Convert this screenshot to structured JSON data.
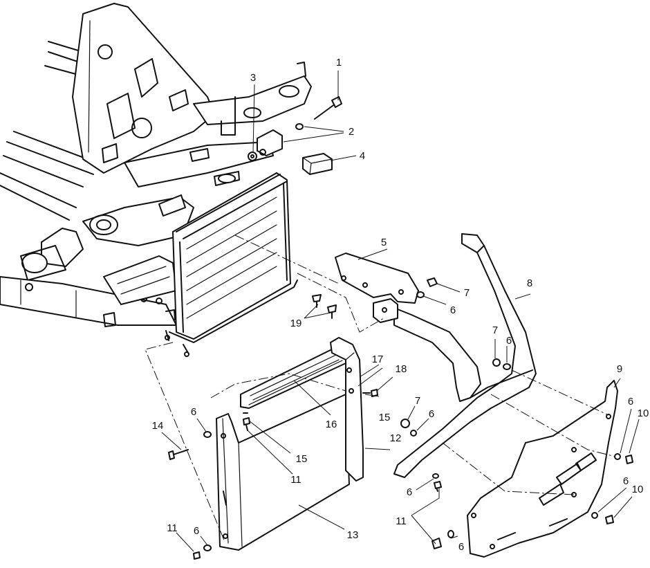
{
  "diagram": {
    "callouts": [
      {
        "id": "c1",
        "label": "1"
      },
      {
        "id": "c2",
        "label": "2"
      },
      {
        "id": "c3",
        "label": "3"
      },
      {
        "id": "c4",
        "label": "4"
      },
      {
        "id": "c5",
        "label": "5"
      },
      {
        "id": "c6a",
        "label": "6"
      },
      {
        "id": "c6b",
        "label": "6"
      },
      {
        "id": "c6c",
        "label": "6"
      },
      {
        "id": "c6d",
        "label": "6"
      },
      {
        "id": "c6e",
        "label": "6"
      },
      {
        "id": "c6f",
        "label": "6"
      },
      {
        "id": "c6g",
        "label": "6"
      },
      {
        "id": "c6h",
        "label": "6"
      },
      {
        "id": "c6i",
        "label": "6"
      },
      {
        "id": "c7a",
        "label": "7"
      },
      {
        "id": "c7b",
        "label": "7"
      },
      {
        "id": "c7c",
        "label": "7"
      },
      {
        "id": "c8",
        "label": "8"
      },
      {
        "id": "c9",
        "label": "9"
      },
      {
        "id": "c10a",
        "label": "10"
      },
      {
        "id": "c10b",
        "label": "10"
      },
      {
        "id": "c11a",
        "label": "11"
      },
      {
        "id": "c11b",
        "label": "11"
      },
      {
        "id": "c11c",
        "label": "11"
      },
      {
        "id": "c12",
        "label": "12"
      },
      {
        "id": "c13",
        "label": "13"
      },
      {
        "id": "c14",
        "label": "14"
      },
      {
        "id": "c15a",
        "label": "15"
      },
      {
        "id": "c15b",
        "label": "15"
      },
      {
        "id": "c16",
        "label": "16"
      },
      {
        "id": "c17",
        "label": "17"
      },
      {
        "id": "c18",
        "label": "18"
      },
      {
        "id": "c19",
        "label": "19"
      }
    ]
  }
}
